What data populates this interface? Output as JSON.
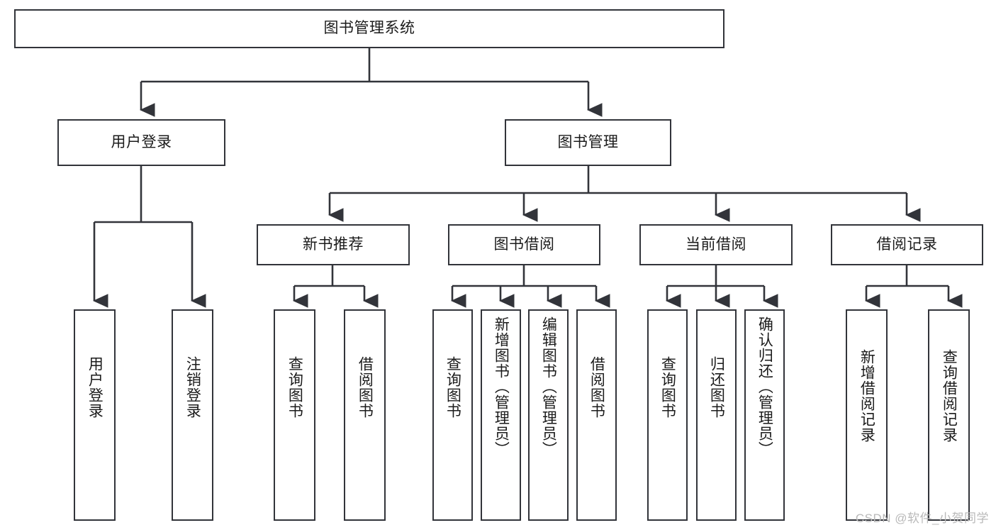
{
  "diagram": {
    "title": "图书管理系统",
    "type": "tree",
    "watermark": "CSDN @软件_小贺同学",
    "colors": {
      "node_border": "#32343a",
      "node_fill": "#ffffff",
      "edge": "#32343a",
      "text": "#1b1b1b",
      "watermark": "#b9b9b9",
      "background": "#ffffff"
    },
    "nodes": {
      "root": {
        "label": "图书管理系统",
        "level": 1,
        "orientation": "horizontal"
      },
      "user_login": {
        "label": "用户登录",
        "level": 2,
        "orientation": "horizontal"
      },
      "book_manage": {
        "label": "图书管理",
        "level": 2,
        "orientation": "horizontal"
      },
      "new_book_rec": {
        "label": "新书推荐",
        "level": 3,
        "orientation": "horizontal"
      },
      "book_borrow": {
        "label": "图书借阅",
        "level": 3,
        "orientation": "horizontal"
      },
      "current_borrow": {
        "label": "当前借阅",
        "level": 3,
        "orientation": "horizontal"
      },
      "borrow_record": {
        "label": "借阅记录",
        "level": 3,
        "orientation": "horizontal"
      },
      "leaf_user_login": {
        "label": "用户登录",
        "level": 3,
        "orientation": "vertical"
      },
      "leaf_logout": {
        "label": "注销登录",
        "level": 3,
        "orientation": "vertical"
      },
      "leaf_query_book_1": {
        "label": "查询图书",
        "level": 4,
        "orientation": "vertical"
      },
      "leaf_borrow_book_1": {
        "label": "借阅图书",
        "level": 4,
        "orientation": "vertical"
      },
      "leaf_query_book_2": {
        "label": "查询图书",
        "level": 4,
        "orientation": "vertical"
      },
      "leaf_add_book": {
        "label": "新增图书（管理员）",
        "level": 4,
        "orientation": "vertical"
      },
      "leaf_edit_book": {
        "label": "编辑图书（管理员）",
        "level": 4,
        "orientation": "vertical"
      },
      "leaf_borrow_book_2": {
        "label": "借阅图书",
        "level": 4,
        "orientation": "vertical"
      },
      "leaf_query_book_3": {
        "label": "查询图书",
        "level": 4,
        "orientation": "vertical"
      },
      "leaf_return_book": {
        "label": "归还图书",
        "level": 4,
        "orientation": "vertical"
      },
      "leaf_confirm_return": {
        "label": "确认归还（管理员）",
        "level": 4,
        "orientation": "vertical"
      },
      "leaf_add_record": {
        "label": "新增借阅记录",
        "level": 4,
        "orientation": "vertical"
      },
      "leaf_query_record": {
        "label": "查询借阅记录",
        "level": 4,
        "orientation": "vertical"
      }
    },
    "edges": [
      {
        "from": "root",
        "to": "user_login"
      },
      {
        "from": "root",
        "to": "book_manage"
      },
      {
        "from": "user_login",
        "to": "leaf_user_login"
      },
      {
        "from": "user_login",
        "to": "leaf_logout"
      },
      {
        "from": "book_manage",
        "to": "new_book_rec"
      },
      {
        "from": "book_manage",
        "to": "book_borrow"
      },
      {
        "from": "book_manage",
        "to": "current_borrow"
      },
      {
        "from": "book_manage",
        "to": "borrow_record"
      },
      {
        "from": "new_book_rec",
        "to": "leaf_query_book_1"
      },
      {
        "from": "new_book_rec",
        "to": "leaf_borrow_book_1"
      },
      {
        "from": "book_borrow",
        "to": "leaf_query_book_2"
      },
      {
        "from": "book_borrow",
        "to": "leaf_add_book"
      },
      {
        "from": "book_borrow",
        "to": "leaf_edit_book"
      },
      {
        "from": "book_borrow",
        "to": "leaf_borrow_book_2"
      },
      {
        "from": "current_borrow",
        "to": "leaf_query_book_3"
      },
      {
        "from": "current_borrow",
        "to": "leaf_return_book"
      },
      {
        "from": "current_borrow",
        "to": "leaf_confirm_return"
      },
      {
        "from": "borrow_record",
        "to": "leaf_add_record"
      },
      {
        "from": "borrow_record",
        "to": "leaf_query_record"
      }
    ]
  }
}
